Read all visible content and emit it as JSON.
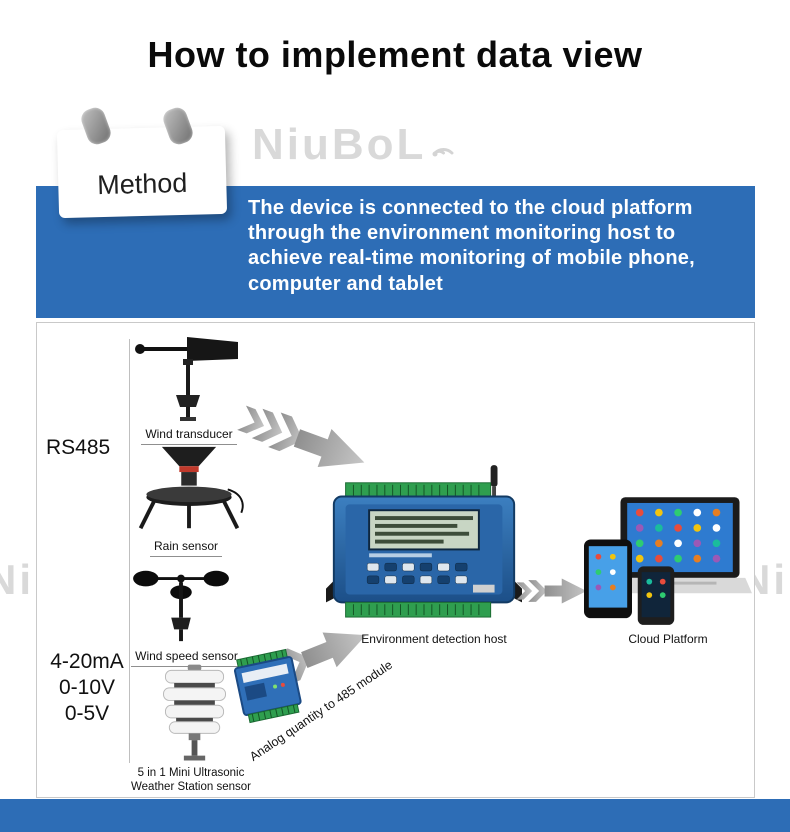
{
  "colors": {
    "accent_blue": "#2d6db6",
    "terminal_green": "#2f9e4f",
    "arrow_gray": "#a9a9a9",
    "watermark_gray": "#d9d9d9"
  },
  "header": {
    "title": "How to implement data view"
  },
  "banner": {
    "method_label": "Method",
    "description": "The device is connected to the cloud platform through the environment monitoring host to achieve real-time monitoring of mobile phone, computer and tablet"
  },
  "watermark": {
    "brand": "NiuBoL"
  },
  "diagram": {
    "rs485_label": "RS485",
    "analog_labels": [
      "4-20mA",
      "0-10V",
      "0-5V"
    ],
    "sensor_labels": {
      "wind_transducer": "Wind transducer",
      "rain_sensor": "Rain sensor",
      "wind_speed_sensor": "Wind speed sensor",
      "ultrasonic_line1": "5 in 1 Mini Ultrasonic",
      "ultrasonic_line2": "Weather Station sensor"
    },
    "host_label": "Environment detection host",
    "module_label": "Analog quantity to 485 module",
    "cloud_label": "Cloud Platform"
  }
}
